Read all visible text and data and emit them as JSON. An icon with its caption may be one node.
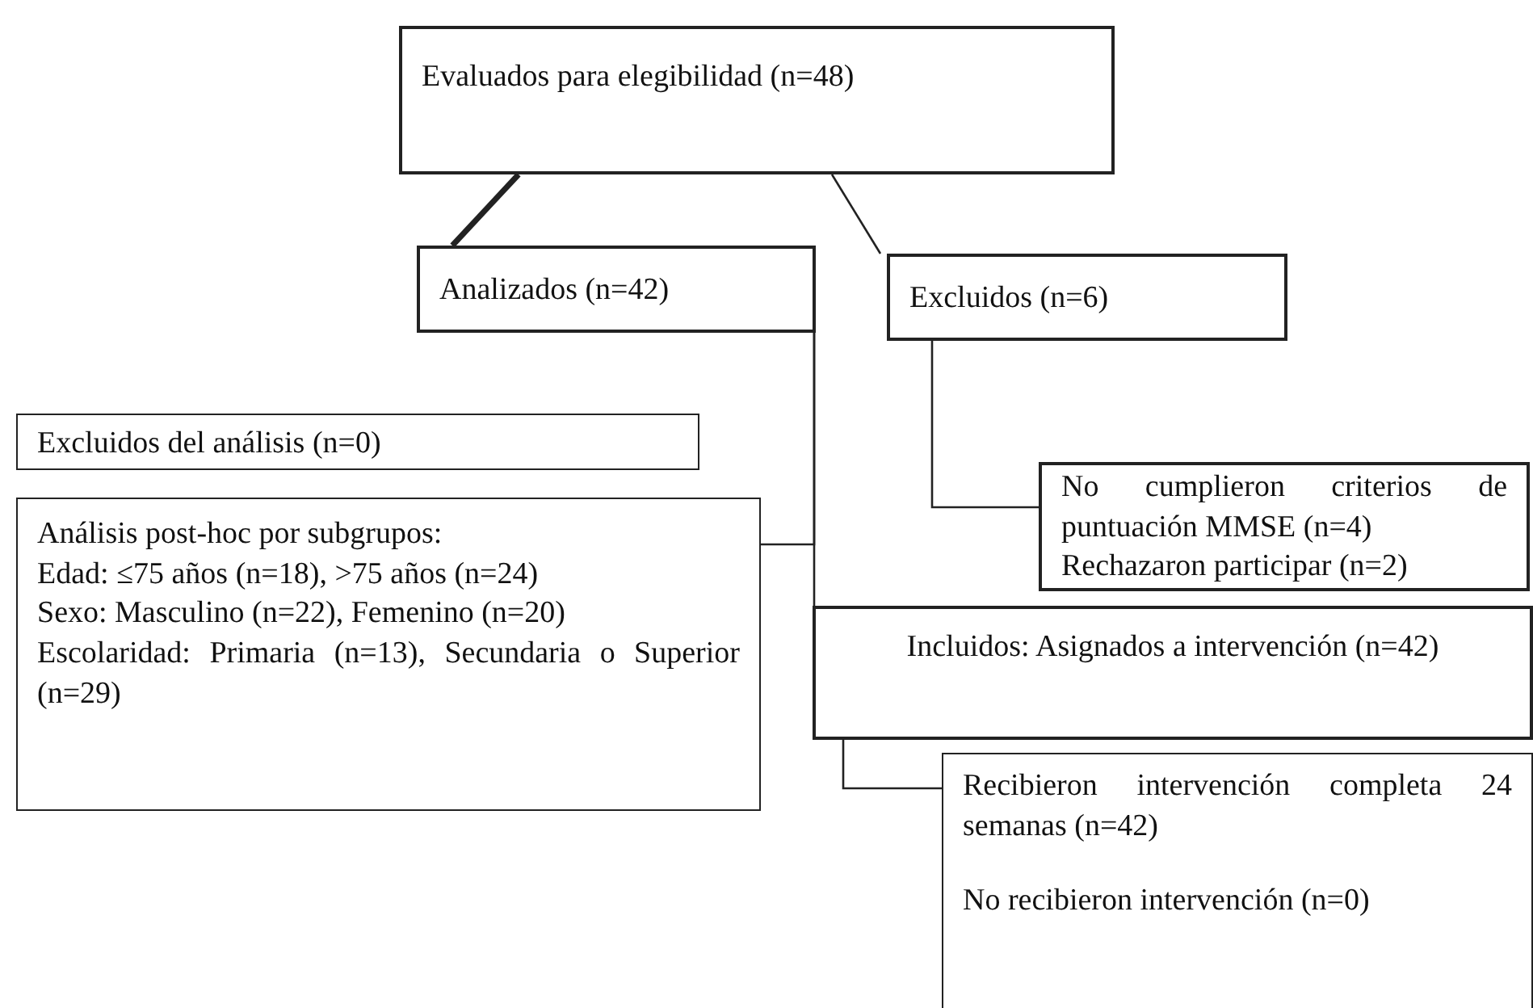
{
  "diagram": {
    "nodes": [
      {
        "text": [
          "Evaluados para elegibilidad (n=48)"
        ]
      },
      {
        "text": [
          "Analizados (n=42)"
        ]
      },
      {
        "text": [
          "Excluidos (n=6)"
        ]
      },
      {
        "text": [
          "Excluidos del análisis (n=0)"
        ]
      },
      {
        "text": [
          "No cumplieron criterios de puntuación MMSE (n=4)",
          "Rechazaron participar (n=2)"
        ]
      },
      {
        "text": [
          "Análisis post-hoc por subgrupos:",
          "Edad: ≤75 años (n=18), >75 años (n=24)",
          "Sexo: Masculino (n=22), Femenino (n=20)",
          "Escolaridad: Primaria (n=13), Secundaria o Superior (n=29)"
        ]
      },
      {
        "text": [
          "Incluidos: Asignados a intervención (n=42)"
        ]
      },
      {
        "text": [
          "Recibieron intervención completa 24 semanas (n=42)",
          "No recibieron intervención (n=0)"
        ]
      }
    ],
    "edges": [
      {
        "from": 0,
        "to": 1,
        "arrow": "none",
        "style": "thick"
      },
      {
        "from": 0,
        "to": 2,
        "arrow": "none"
      },
      {
        "from": 2,
        "to": 4,
        "arrow": "none"
      },
      {
        "from": 1,
        "to": 5,
        "arrow": "none"
      },
      {
        "from": 1,
        "to": 6,
        "arrow": "none"
      },
      {
        "from": 6,
        "to": 7,
        "arrow": "none"
      }
    ]
  }
}
